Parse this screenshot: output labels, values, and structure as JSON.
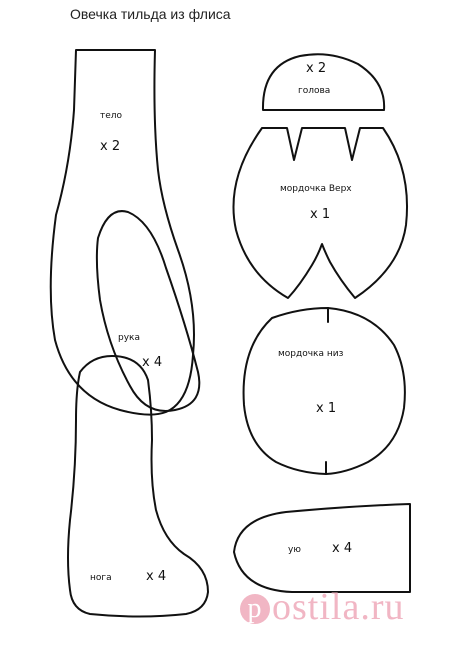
{
  "title": "Овечка тильда из флиса",
  "pieces": {
    "body": {
      "name": "тело",
      "count": "x 2"
    },
    "head": {
      "name": "голова",
      "count": "x 2"
    },
    "muzzle_top": {
      "name": "мордочка Верх",
      "count": "x 1"
    },
    "muzzle_bottom": {
      "name": "мордочка низ",
      "count": "x 1"
    },
    "arm": {
      "name": "рука",
      "count": "x 4"
    },
    "leg": {
      "name": "нога",
      "count": "x 4"
    },
    "ear": {
      "name": "ую",
      "count": "x 4"
    }
  },
  "watermark": {
    "letter": "p",
    "text": "ostila.ru"
  }
}
